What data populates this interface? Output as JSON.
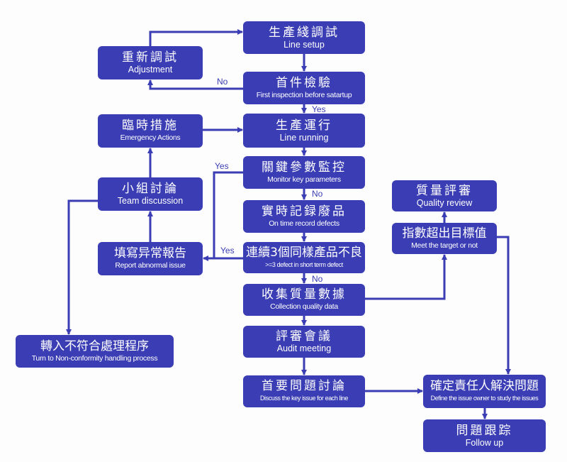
{
  "colors": {
    "box": "#3a3db4",
    "line": "#3a3db4",
    "text": "#ffffff"
  },
  "nodes": {
    "line_setup": {
      "zh": "生產綫調試",
      "en": "Line setup"
    },
    "first_inspection": {
      "zh": "首件檢驗",
      "en": "First inspection before satartup"
    },
    "adjustment": {
      "zh": "重新調試",
      "en": "Adjustment"
    },
    "line_running": {
      "zh": "生產運行",
      "en": "Line running"
    },
    "emergency_actions": {
      "zh": "臨時措施",
      "en": "Emergency Actions"
    },
    "monitor_key": {
      "zh": "關鍵參數監控",
      "en": "Monitor key parameters"
    },
    "team_discussion": {
      "zh": "小組討論",
      "en": "Team discussion"
    },
    "record_defects": {
      "zh": "實時記録廢品",
      "en": "On time record defects"
    },
    "defect_3": {
      "zh": "連續3個同樣產品不良",
      "en": ">=3 defect in short term defect"
    },
    "report_abnormal": {
      "zh": "填寫异常報告",
      "en": "Report abnormal issue"
    },
    "collect_quality": {
      "zh": "收集質量數據",
      "en": "Collection quality data"
    },
    "audit_meeting": {
      "zh": "評審會議",
      "en": "Audit meeting"
    },
    "key_issue": {
      "zh": "首要問題討論",
      "en": "Discuss the key issue for each line"
    },
    "quality_review": {
      "zh": "質量評審",
      "en": "Quality review"
    },
    "meet_target": {
      "zh": "指數超出目標值",
      "en": "Meet the target or not"
    },
    "issue_owner": {
      "zh": "確定責任人解決問題",
      "en": "Define the issue owner to study the issues"
    },
    "follow_up": {
      "zh": "問題跟踪",
      "en": "Follow up"
    },
    "nonconformity": {
      "zh": "轉入不符合處理程序",
      "en": "Turn to Non-conformity handling process"
    }
  },
  "edge_labels": {
    "inspection_no": "No",
    "inspection_yes": "Yes",
    "monitor_yes": "Yes",
    "monitor_no": "No",
    "defect_yes": "Yes",
    "defect_no": "No"
  }
}
